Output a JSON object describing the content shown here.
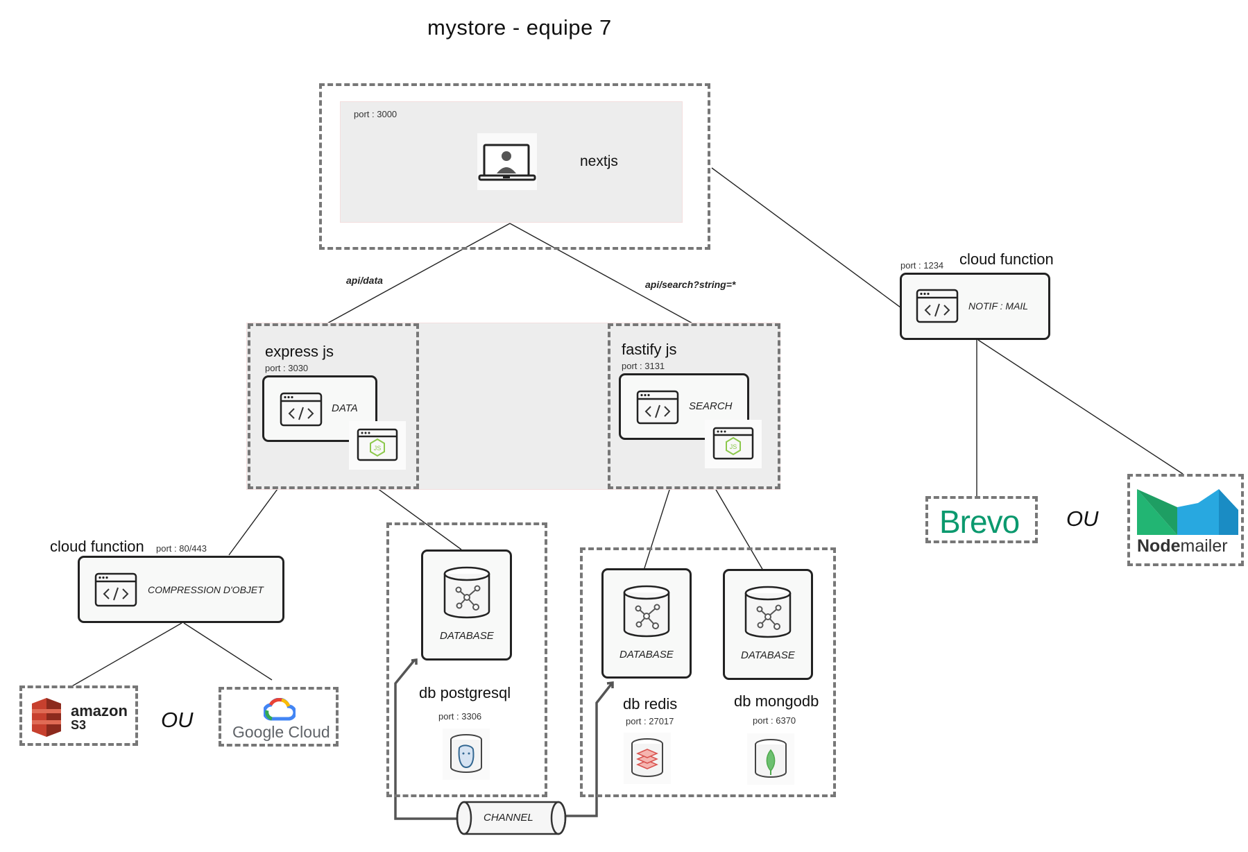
{
  "title": "mystore - equipe 7",
  "frontend": {
    "port": "port : 3000",
    "name": "nextjs",
    "icon": "laptop-user-icon"
  },
  "routes": {
    "data": "api/data",
    "search": "api/search?string=*"
  },
  "express": {
    "name": "express js",
    "port": "port : 3030",
    "service": "DATA",
    "icon": "code-window-icon",
    "runtime_icon": "nodejs-icon"
  },
  "fastify": {
    "name": "fastify js",
    "port": "port : 3131",
    "service": "SEARCH",
    "icon": "code-window-icon",
    "runtime_icon": "nodejs-icon"
  },
  "notif_function": {
    "title": "cloud function",
    "port": "port : 1234",
    "service": "NOTIF : MAIL",
    "icon": "code-window-icon"
  },
  "compression_function": {
    "title": "cloud function",
    "port": "port : 80/443",
    "service": "COMPRESSION D'OBJET",
    "icon": "code-window-icon"
  },
  "mail_providers": {
    "brevo": "Brevo",
    "or": "OU",
    "nodemailer_bold": "Node",
    "nodemailer_rest": "mailer"
  },
  "storage_providers": {
    "amazon": "amazon",
    "s3": "S3",
    "or": "OU",
    "google": "Google Cloud"
  },
  "postgres": {
    "db_label": "DATABASE",
    "name": "db postgresql",
    "port": "port : 3306",
    "icon": "postgresql-icon"
  },
  "redis": {
    "db_label": "DATABASE",
    "name": "db redis",
    "port": "port : 27017",
    "icon": "redis-icon"
  },
  "mongodb": {
    "db_label": "DATABASE",
    "name": "db mongodb",
    "port": "port : 6370",
    "icon": "mongodb-icon"
  },
  "channel": {
    "label": "CHANNEL"
  },
  "colors": {
    "brevo": "#0b996e",
    "nodemailer_green": "#22b573",
    "nodemailer_blue": "#28a8e0",
    "amazon_red": "#c7402e",
    "node_green": "#8cc84b",
    "redis_red": "#d9534f",
    "mongo_green": "#4fa94d"
  }
}
